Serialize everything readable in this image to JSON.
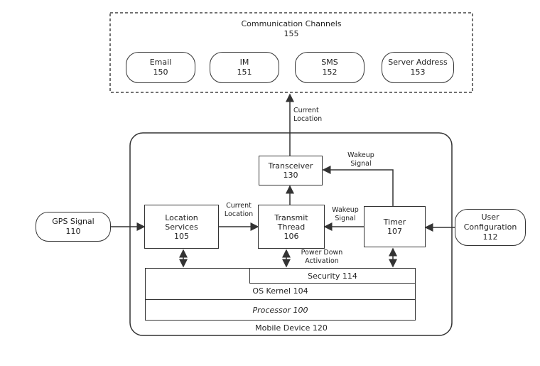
{
  "channels": {
    "title": "Communication Channels",
    "number": "155",
    "items": [
      {
        "label": "Email",
        "number": "150"
      },
      {
        "label": "IM",
        "number": "151"
      },
      {
        "label": "SMS",
        "number": "152"
      },
      {
        "label": "Server Address",
        "number": "153"
      }
    ]
  },
  "transceiver": {
    "label": "Transceiver",
    "number": "130"
  },
  "location_services": {
    "label_line1": "Location",
    "label_line2": "Services",
    "number": "105"
  },
  "transmit_thread": {
    "label_line1": "Transmit",
    "label_line2": "Thread",
    "number": "106"
  },
  "timer": {
    "label": "Timer",
    "number": "107"
  },
  "gps": {
    "label": "GPS Signal",
    "number": "110"
  },
  "user_config": {
    "label_line1": "User",
    "label_line2": "Configuration",
    "number": "112"
  },
  "security": {
    "label": "Security 114"
  },
  "os_kernel": {
    "label": "OS Kernel 104"
  },
  "processor": {
    "label": "Processor 100"
  },
  "device": {
    "label": "Mobile Device 120"
  },
  "edges": {
    "current_location_top": {
      "line1": "Current",
      "line2": "Location"
    },
    "wakeup_top": {
      "line1": "Wakeup",
      "line2": "Signal"
    },
    "current_location_mid": {
      "line1": "Current",
      "line2": "Location"
    },
    "wakeup_mid": {
      "line1": "Wakeup",
      "line2": "Signal"
    },
    "power_down": {
      "line1": "Power Down",
      "line2": "Activation"
    }
  }
}
